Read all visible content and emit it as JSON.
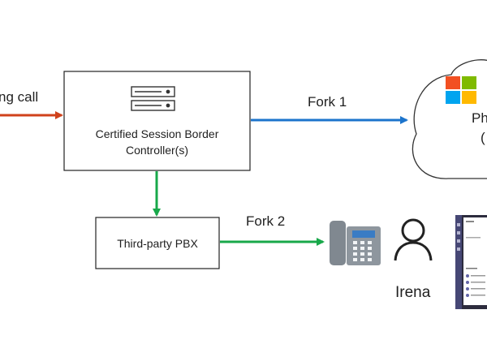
{
  "labels": {
    "incoming_call": "ng call",
    "fork1": "Fork 1",
    "fork2": "Fork 2",
    "sbc_line1": "Certified Session Border",
    "sbc_line2": "Controller(s)",
    "pbx": "Third-party PBX",
    "cloud_text_1": "Ph",
    "cloud_text_2": "(",
    "user": "Irena"
  },
  "colors": {
    "incoming_arrow": "#D0421B",
    "fork1_arrow": "#1C74CC",
    "fork2_arrow": "#18A84A",
    "box_stroke": "#222222",
    "ms_red": "#F25022",
    "ms_green": "#7FBA00",
    "ms_blue": "#00A4EF",
    "ms_yellow": "#FFB900",
    "phone_gray": "#808890",
    "phone_screen": "#3A7CC4"
  },
  "icons": {
    "server": "server-icon",
    "cloud": "cloud-icon",
    "microsoft_logo": "microsoft-logo-icon",
    "desk_phone": "desk-phone-icon",
    "user": "user-icon",
    "teams_client": "teams-client-screenshot-icon"
  }
}
